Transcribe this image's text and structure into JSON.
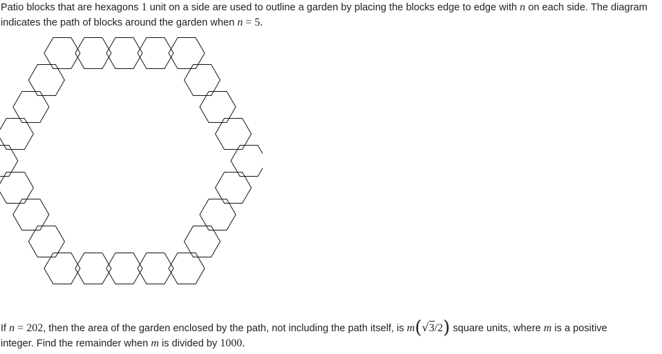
{
  "problem": {
    "line1_a": "Patio blocks that are hexagons ",
    "one": "1",
    "line1_b": " unit on a side are used to outline a garden by placing the blocks edge to edge with ",
    "n1": "n",
    "line1_c": " on each side. The diagram",
    "line2_a": "indicates the path of blocks around the garden when ",
    "n2": "n",
    "eq2": " = ",
    "five": "5",
    "period": ".",
    "q_a": "If ",
    "n3": "n",
    "eq3": " = ",
    "v202": "202",
    "q_b": ", then the area of the garden enclosed by the path, not including the path itself, is ",
    "m1": "m",
    "paren_open": "(",
    "sqrt_sym": "√",
    "three": "3",
    "slash": "/",
    "two": "2",
    "paren_close": ")",
    "q_c": " square units, where ",
    "m2": "m",
    "q_d": " is a positive",
    "q_line2_a": "integer. Find the remainder when ",
    "m3": "m",
    "q_line2_b": " is divided by ",
    "v1000": "1000",
    "q_line2_c": "."
  },
  "diagram": {
    "hexagons_per_side": 5,
    "stroke_color": "#111111"
  }
}
